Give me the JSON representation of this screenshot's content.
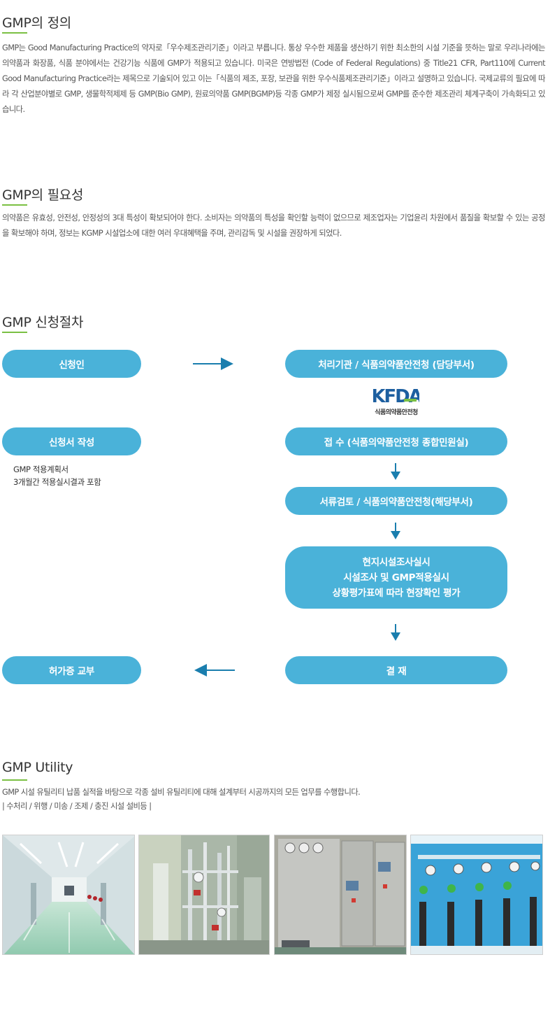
{
  "definition": {
    "title": "GMP의 정의",
    "body": "GMP는 Good Manufacturing Practice의 약자로「우수제조관리기준」이라고 부릅니다. 통상 우수한 제품을 생산하기 위한 최소한의 시설 기준을 뜻하는 말로 우리나라에는 의약품과 화장품, 식품 분야에서는 건강기능 식품에 GMP가 적용되고 있습니다. 미국은 연방법전 (Code of Federal Regulations) 중 Title21 CFR, Part110에 Current Good Manufacturing Practice라는 제목으로 기술되어 있고 이는「식품의 제조, 포장, 보관을 위한 우수식품제조관리기준」이라고 설명하고 있습니다. 국제교류의 필요에 따라 각 산업분야별로 GMP, 생물학적제제 등 GMP(Bio GMP), 원료의약품 GMP(BGMP)등 각종 GMP가 제정 실시됨으로써 GMP를 준수한 제조관리 체계구축이 가속화되고 있습니다."
  },
  "necessity": {
    "title": "GMP의 필요성",
    "body": "의약품은 유효성, 안전성, 안정성의 3대 특성이 확보되어야 한다. 소비자는 의약품의 특성을 확인할 능력이 없으므로 제조업자는 기업윤리 차원에서 품질을 확보할 수 있는 공정을 확보해야 하며, 정보는 KGMP 시설업소에 대한 여러 우대혜택을 주며, 관리감독 및 시설을 권장하게 되었다."
  },
  "procedure": {
    "title": "GMP 신청절차",
    "applicant": "신청인",
    "agency": "처리기관 / 식품의약품안전청 (담당부서)",
    "logo_text": "KFDA",
    "logo_caption": "식품의약품안전청",
    "application": "신청서 작성",
    "note_line1": "GMP 적용계획서",
    "note_line2": "3개월간 적용실시결과 포함",
    "reception": "접  수 (식품의약품안전청 종합민원실)",
    "document_review": "서류검토 / 식품의약품안전청(해당부서)",
    "inspection_line1": "현지시설조사실시",
    "inspection_line2": "시설조사 및 GMP적용실시",
    "inspection_line3": "상황평가표에 따라 현장확인 평가",
    "approval": "결  재",
    "license": "허가증 교부",
    "colors": {
      "pill": "#4ab2d9",
      "arrow_dark": "#1a7eae",
      "logo": "#1d5fa0",
      "logo_accent": "#7bc043"
    }
  },
  "utility": {
    "title": "GMP Utility",
    "line1": "GMP 시설 유틸리티 납품 실적을 바탕으로 각종 설비 유틸리티에 대해 설계부터 시공까지의 모든 업무를 수행합니다.",
    "line2": "| 수처리 / 위행 / 미송 / 조제 / 충진 시설 설비등 |",
    "photos": [
      "cleanroom-photo",
      "piping-system-photo",
      "control-panel-photo",
      "gas-regulator-photo"
    ]
  },
  "colors": {
    "heading_underline": "#7bc043",
    "text": "#555555"
  }
}
